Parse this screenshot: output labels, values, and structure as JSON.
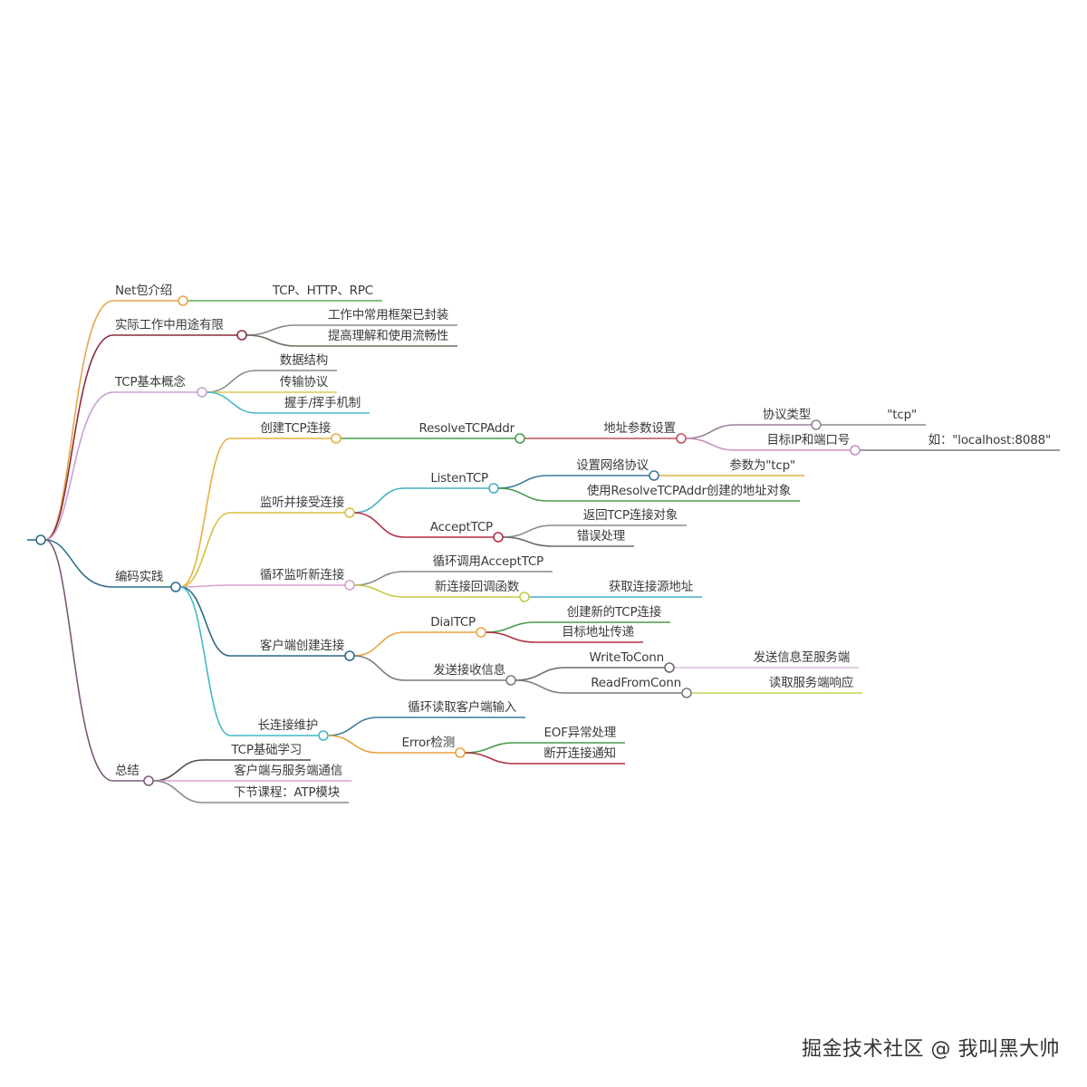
{
  "root": {
    "color": "#2e6f8a"
  },
  "nodes": [
    {
      "id": "net",
      "parent": "root",
      "label": "Net包介绍",
      "color": "#e8a44a"
    },
    {
      "id": "net1",
      "parent": "net",
      "label": "TCP、HTTP、RPC",
      "color": "#5aa85a"
    },
    {
      "id": "work",
      "parent": "root",
      "label": "实际工作中用途有限",
      "color": "#8b2a3a"
    },
    {
      "id": "work1",
      "parent": "work",
      "label": "工作中常用框架已封装",
      "color": "#8a8a8a"
    },
    {
      "id": "work2",
      "parent": "work",
      "label": "提高理解和使用流畅性",
      "color": "#6b6b5a"
    },
    {
      "id": "basic",
      "parent": "root",
      "label": "TCP基本概念",
      "color": "#c7a0d0"
    },
    {
      "id": "basic1",
      "parent": "basic",
      "label": "数据结构",
      "color": "#8a8a8a"
    },
    {
      "id": "basic2",
      "parent": "basic",
      "label": "传输协议",
      "color": "#d8c85a"
    },
    {
      "id": "basic3",
      "parent": "basic",
      "label": "握手/挥手机制",
      "color": "#4ab8c8"
    },
    {
      "id": "code",
      "parent": "root",
      "label": "编码实践",
      "color": "#2e6f8a"
    },
    {
      "id": "create",
      "parent": "code",
      "label": "创建TCP连接",
      "color": "#e8b040"
    },
    {
      "id": "resolve",
      "parent": "create",
      "label": "ResolveTCPAddr",
      "color": "#4a9a4a"
    },
    {
      "id": "addr",
      "parent": "resolve",
      "label": "地址参数设置",
      "color": "#c0505a"
    },
    {
      "id": "proto",
      "parent": "addr",
      "label": "协议类型",
      "color": "#9a809a"
    },
    {
      "id": "proto1",
      "parent": "proto",
      "label": "\"tcp\"",
      "color": "#8a8a8a"
    },
    {
      "id": "ip",
      "parent": "addr",
      "label": "目标IP和端口号",
      "color": "#c890c0"
    },
    {
      "id": "ip1",
      "parent": "ip",
      "label": "如：\"localhost:8088\"",
      "color": "#7a7a7a"
    },
    {
      "id": "listen",
      "parent": "code",
      "label": "监听并接受连接",
      "color": "#d8c040"
    },
    {
      "id": "listentcp",
      "parent": "listen",
      "label": "ListenTCP",
      "color": "#40b0c0"
    },
    {
      "id": "netproto",
      "parent": "listentcp",
      "label": "设置网络协议",
      "color": "#3a7a9a"
    },
    {
      "id": "netproto1",
      "parent": "netproto",
      "label": "参数为\"tcp\"",
      "color": "#e0b040"
    },
    {
      "id": "useaddr",
      "parent": "listentcp",
      "label": "使用ResolveTCPAddr创建的地址对象",
      "color": "#4a9a4a"
    },
    {
      "id": "accept",
      "parent": "listen",
      "label": "AcceptTCP",
      "color": "#b03040"
    },
    {
      "id": "accept1",
      "parent": "accept",
      "label": "返回TCP连接对象",
      "color": "#8a8a8a"
    },
    {
      "id": "accept2",
      "parent": "accept",
      "label": "错误处理",
      "color": "#6a6a6a"
    },
    {
      "id": "loop",
      "parent": "code",
      "label": "循环监听新连接",
      "color": "#d8a0d0"
    },
    {
      "id": "loop1",
      "parent": "loop",
      "label": "循环调用AcceptTCP",
      "color": "#8a8a8a"
    },
    {
      "id": "callback",
      "parent": "loop",
      "label": "新连接回调函数",
      "color": "#c8c848"
    },
    {
      "id": "callback1",
      "parent": "callback",
      "label": "获取连接源地址",
      "color": "#40b0c8"
    },
    {
      "id": "client",
      "parent": "code",
      "label": "客户端创建连接",
      "color": "#2a6a8a"
    },
    {
      "id": "dial",
      "parent": "client",
      "label": "DialTCP",
      "color": "#e8a840"
    },
    {
      "id": "dial1",
      "parent": "dial",
      "label": "创建新的TCP连接",
      "color": "#4a9a4a"
    },
    {
      "id": "dial2",
      "parent": "dial",
      "label": "目标地址传递",
      "color": "#b03040"
    },
    {
      "id": "sendrecv",
      "parent": "client",
      "label": "发送接收信息",
      "color": "#7a7a7a"
    },
    {
      "id": "write",
      "parent": "sendrecv",
      "label": "WriteToConn",
      "color": "#6a6a6a"
    },
    {
      "id": "write1",
      "parent": "write",
      "label": "发送信息至服务端",
      "color": "#d8c0d8"
    },
    {
      "id": "read",
      "parent": "sendrecv",
      "label": "ReadFromConn",
      "color": "#7a7a7a"
    },
    {
      "id": "read1",
      "parent": "read",
      "label": "读取服务端响应",
      "color": "#c8d050"
    },
    {
      "id": "keep",
      "parent": "code",
      "label": "长连接维护",
      "color": "#40b8c8"
    },
    {
      "id": "keep1",
      "parent": "keep",
      "label": "循环读取客户端输入",
      "color": "#3a7a9a"
    },
    {
      "id": "err",
      "parent": "keep",
      "label": "Error检测",
      "color": "#e8a040"
    },
    {
      "id": "err1",
      "parent": "err",
      "label": "EOF异常处理",
      "color": "#4a9a4a"
    },
    {
      "id": "err2",
      "parent": "err",
      "label": "断开连接通知",
      "color": "#b03040"
    },
    {
      "id": "sum",
      "parent": "root",
      "label": "总结",
      "color": "#7a5a7a"
    },
    {
      "id": "sum1",
      "parent": "sum",
      "label": "TCP基础学习",
      "color": "#5a4a4a"
    },
    {
      "id": "sum2",
      "parent": "sum",
      "label": "客户端与服务端通信",
      "color": "#d8a0d0"
    },
    {
      "id": "sum3",
      "parent": "sum",
      "label": "下节课程：ATP模块",
      "color": "#8a8a8a"
    }
  ],
  "watermark": "掘金技术社区 @ 我叫黑大帅"
}
